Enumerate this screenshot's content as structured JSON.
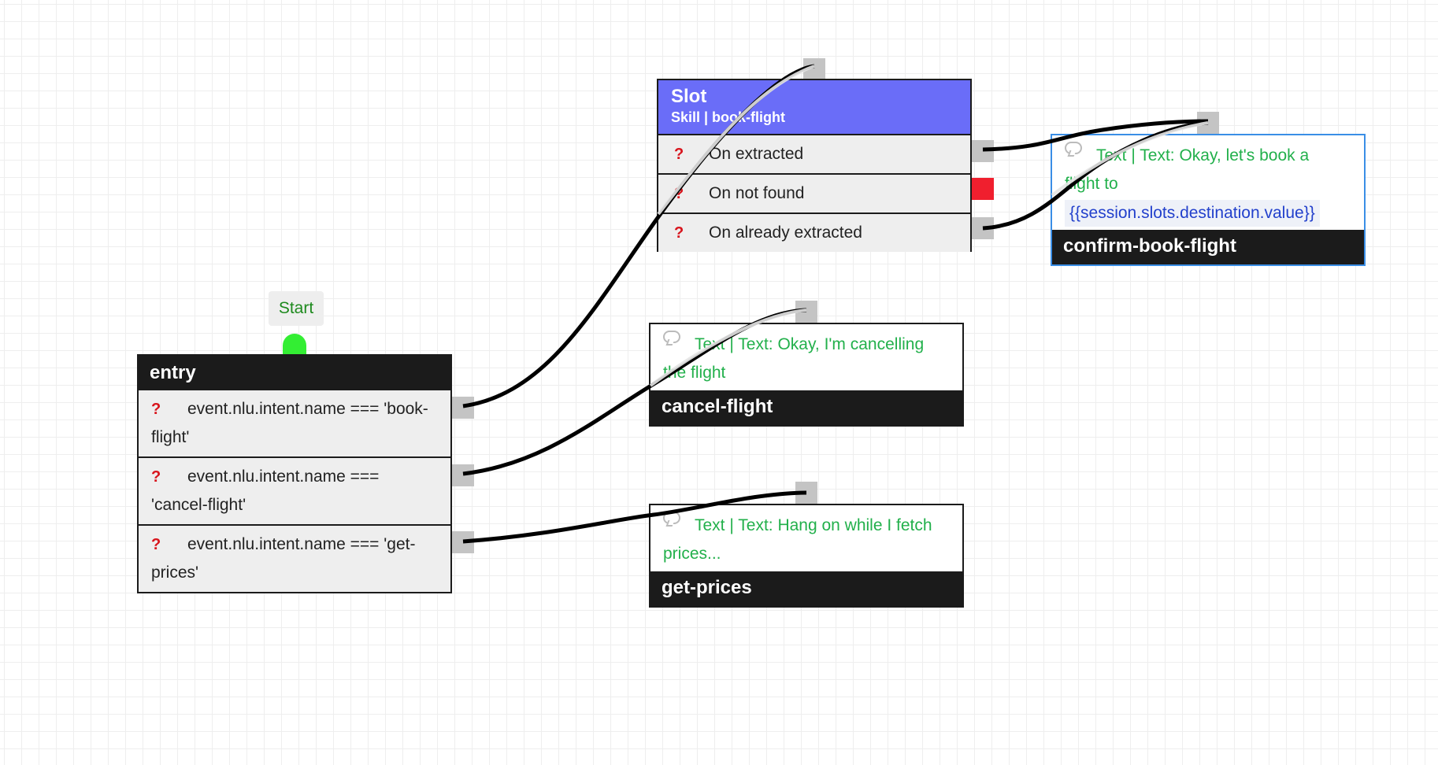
{
  "start": {
    "label": "Start"
  },
  "entry": {
    "title": "entry",
    "conditions": [
      {
        "line1": "event.nlu.intent.name === 'book-",
        "line2": "flight'"
      },
      {
        "line1": "event.nlu.intent.name ===",
        "line2": "'cancel-flight'"
      },
      {
        "line1": "event.nlu.intent.name === 'get-",
        "line2": "prices'"
      }
    ]
  },
  "slot": {
    "title": "Slot",
    "subtitle": "Skill | book-flight",
    "outputs": [
      "On extracted",
      "On not found",
      "On already extracted"
    ]
  },
  "confirm_book_flight": {
    "text_line1": "Text | Text: Okay, let's book a",
    "text_line2": "flight to",
    "variable": "{{session.slots.destination.value}}",
    "title": "confirm-book-flight"
  },
  "cancel_flight": {
    "text_line1": "Text | Text: Okay, I'm cancelling",
    "text_line2": "the flight",
    "title": "cancel-flight"
  },
  "get_prices": {
    "text_line1": "Text | Text: Hang on while I fetch",
    "text_line2": "prices...",
    "title": "get-prices"
  },
  "icons": {
    "question": "question-mark-icon",
    "chat": "chat-bubble-icon"
  },
  "colors": {
    "slot_header": "#6a6df8",
    "node_header": "#1b1b1b",
    "text_green": "#22b04b",
    "variable_blue": "#2240cc",
    "question_red": "#d8141c",
    "start_green": "#33ee33",
    "selected_border": "#3a8ee6",
    "missing_port": "#f01f2e"
  }
}
